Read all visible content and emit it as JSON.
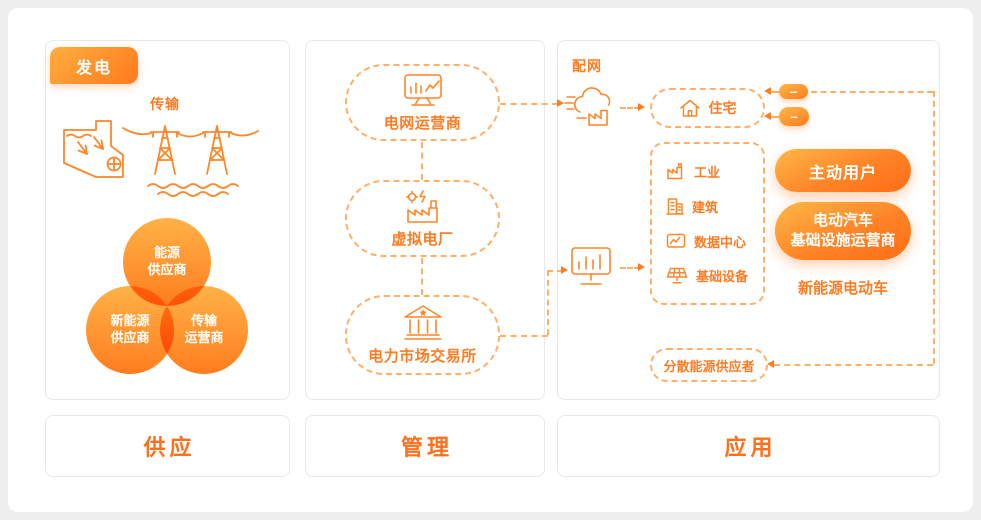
{
  "colors": {
    "accent": "#ff7a1e",
    "accent_light": "#ffb347",
    "dash_border": "#ffb068",
    "panel_border": "#e9e9e9",
    "page_bg": "#eeeeee"
  },
  "supply": {
    "badge": "发电",
    "transmission_label": "传输",
    "illustration": "power-plant-illustration",
    "circles": [
      {
        "label": "能源\n供应商"
      },
      {
        "label": "新能源\n供应商"
      },
      {
        "label": "传输\n运营商"
      }
    ],
    "footer": "供应"
  },
  "management": {
    "nodes": [
      {
        "icon": "grid-monitor-icon",
        "label": "电网运营商"
      },
      {
        "icon": "virtual-plant-icon",
        "label": "虚拟电厂"
      },
      {
        "icon": "exchange-bank-icon",
        "label": "电力市场交易所"
      }
    ],
    "footer": "管理"
  },
  "application": {
    "distribution_label": "配网",
    "residential": {
      "icon": "house-icon",
      "label": "住宅"
    },
    "loads": [
      {
        "icon": "industry-icon",
        "label": "工业"
      },
      {
        "icon": "building-icon",
        "label": "建筑"
      },
      {
        "icon": "data-center-icon",
        "label": "数据中心"
      },
      {
        "icon": "solar-panel-icon",
        "label": "基础设备"
      }
    ],
    "storage_pills": [
      {
        "label": "–"
      },
      {
        "label": "–"
      }
    ],
    "active_user_pill": "主动用户",
    "ev_pill": "电动汽车\n基础设施运营商",
    "ev_caption": "新能源电动车",
    "distributed_supplier": "分散能源供应者",
    "footer": "应用"
  }
}
